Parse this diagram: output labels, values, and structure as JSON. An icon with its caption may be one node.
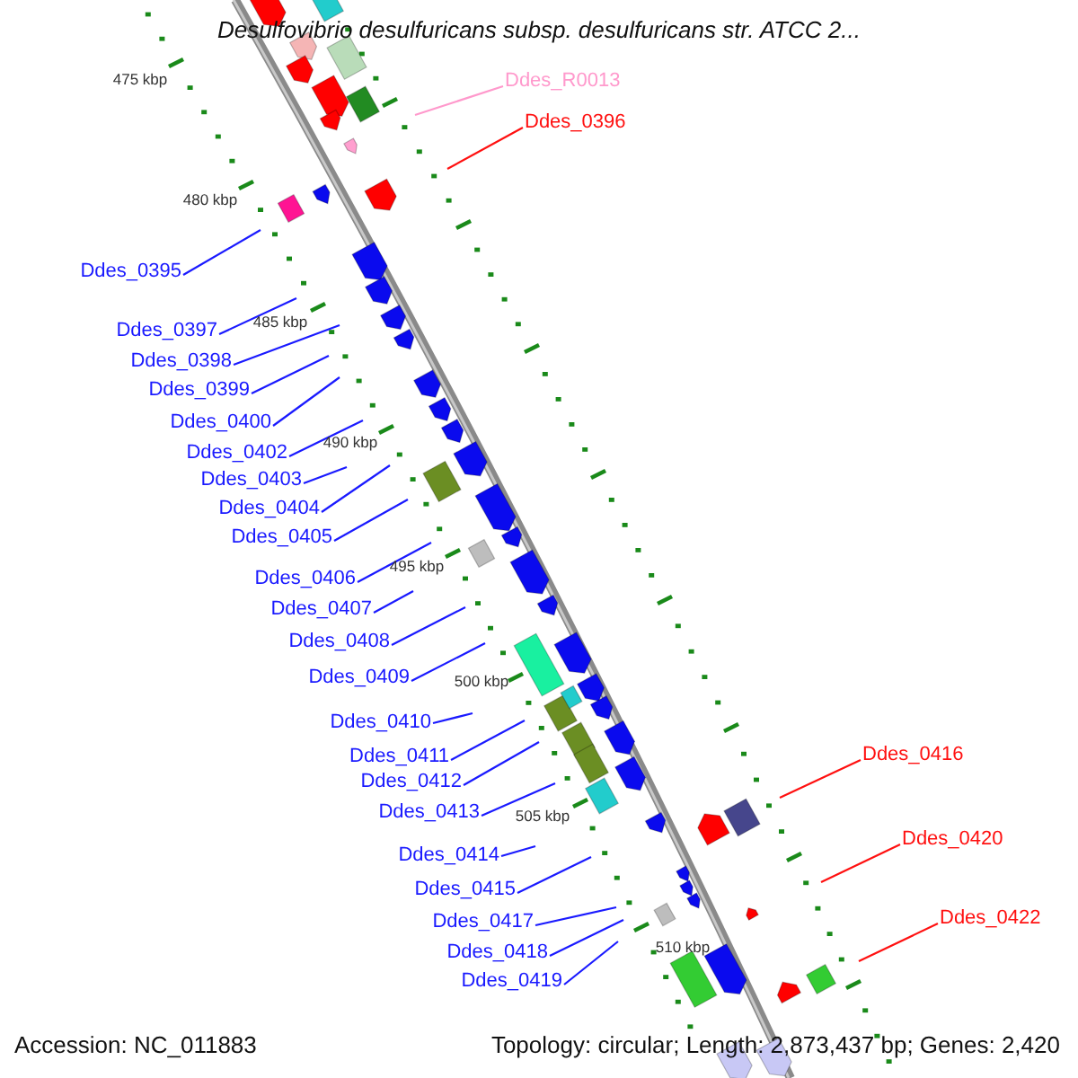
{
  "diagram": {
    "title": "Desulfovibrio desulfuricans subsp. desulfuricans str. ATCC 2...",
    "nodes": [
      {
        "text": [
          "Ddes_R0013"
        ]
      },
      {
        "text": [
          "Ddes_0396"
        ]
      },
      {
        "text": [
          "Ddes_0395"
        ]
      },
      {
        "text": [
          "Ddes_0397"
        ]
      },
      {
        "text": [
          "Ddes_0398"
        ]
      },
      {
        "text": [
          "Ddes_0399"
        ]
      },
      {
        "text": [
          "Ddes_0400"
        ]
      },
      {
        "text": [
          "Ddes_0402"
        ]
      },
      {
        "text": [
          "Ddes_0403"
        ]
      },
      {
        "text": [
          "Ddes_0404"
        ]
      },
      {
        "text": [
          "Ddes_0405"
        ]
      },
      {
        "text": [
          "Ddes_0406"
        ]
      },
      {
        "text": [
          "Ddes_0407"
        ]
      },
      {
        "text": [
          "Ddes_0408"
        ]
      },
      {
        "text": [
          "Ddes_0409"
        ]
      },
      {
        "text": [
          "Ddes_0410"
        ]
      },
      {
        "text": [
          "Ddes_0416"
        ]
      },
      {
        "text": [
          "Ddes_0411"
        ]
      },
      {
        "text": [
          "Ddes_0412"
        ]
      },
      {
        "text": [
          "Ddes_0413"
        ]
      },
      {
        "text": [
          "Ddes_0420"
        ]
      },
      {
        "text": [
          "Ddes_0414"
        ]
      },
      {
        "text": [
          "Ddes_0415"
        ]
      },
      {
        "text": [
          "Ddes_0422"
        ]
      },
      {
        "text": [
          "Ddes_0417"
        ]
      },
      {
        "text": [
          "Ddes_0418"
        ]
      },
      {
        "text": [
          "Ddes_0419"
        ]
      }
    ],
    "edges": [
      {
        "from": 0,
        "to": null,
        "arrow": "none",
        "color": "#ff99cc"
      },
      {
        "from": 1,
        "to": null,
        "arrow": "none",
        "color": "#ff1010"
      },
      {
        "from": 2,
        "to": null,
        "arrow": "none"
      },
      {
        "from": 3,
        "to": null,
        "arrow": "none"
      },
      {
        "from": 4,
        "to": null,
        "arrow": "none"
      },
      {
        "from": 5,
        "to": null,
        "arrow": "none"
      },
      {
        "from": 6,
        "to": null,
        "arrow": "none"
      },
      {
        "from": 7,
        "to": null,
        "arrow": "none"
      },
      {
        "from": 8,
        "to": null,
        "arrow": "none"
      },
      {
        "from": 9,
        "to": null,
        "arrow": "none"
      },
      {
        "from": 10,
        "to": null,
        "arrow": "none"
      },
      {
        "from": 11,
        "to": null,
        "arrow": "none"
      },
      {
        "from": 12,
        "to": null,
        "arrow": "none"
      },
      {
        "from": 13,
        "to": null,
        "arrow": "none"
      },
      {
        "from": 14,
        "to": null,
        "arrow": "none"
      },
      {
        "from": 15,
        "to": null,
        "arrow": "none"
      },
      {
        "from": 16,
        "to": null,
        "arrow": "none",
        "color": "#ff1010"
      },
      {
        "from": 17,
        "to": null,
        "arrow": "none"
      },
      {
        "from": 18,
        "to": null,
        "arrow": "none"
      },
      {
        "from": 19,
        "to": null,
        "arrow": "none"
      },
      {
        "from": 20,
        "to": null,
        "arrow": "none",
        "color": "#ff1010"
      },
      {
        "from": 21,
        "to": null,
        "arrow": "none"
      },
      {
        "from": 22,
        "to": null,
        "arrow": "none"
      },
      {
        "from": 23,
        "to": null,
        "arrow": "none",
        "color": "#ff1010"
      },
      {
        "from": 24,
        "to": null,
        "arrow": "none"
      },
      {
        "from": 25,
        "to": null,
        "arrow": "none"
      },
      {
        "from": 26,
        "to": null,
        "arrow": "none"
      }
    ],
    "labels": [
      "475 kbp",
      "480 kbp",
      "485 kbp",
      "490 kbp",
      "495 kbp",
      "500 kbp",
      "505 kbp",
      "510 kbp",
      "Accession: NC_011883",
      "Topology: circular; Length: 2,873,437 bp; Genes: 2,420"
    ]
  }
}
